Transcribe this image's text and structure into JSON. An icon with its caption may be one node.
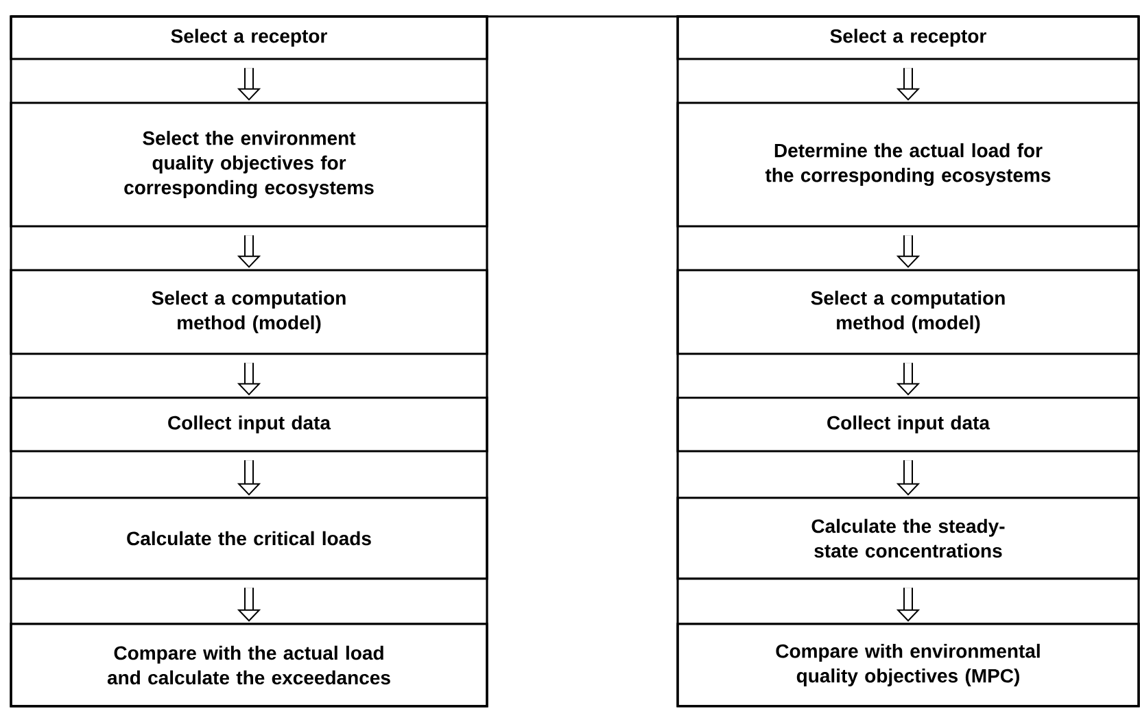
{
  "diagram": {
    "nodes": [
      {
        "text": [
          "Select a receptor"
        ]
      },
      {
        "text": [
          "Select the environment quality objectives for corresponding ecosystems"
        ]
      },
      {
        "text": [
          "Select a computation method (model)"
        ]
      },
      {
        "text": [
          "Collect input data"
        ]
      },
      {
        "text": [
          "Calculate the critical loads"
        ]
      },
      {
        "text": [
          "Compare with the actual load and calculate the exceedances"
        ]
      },
      {
        "text": [
          "Select a receptor"
        ]
      },
      {
        "text": [
          "Determine the actual load for the corresponding ecosystems"
        ]
      },
      {
        "text": [
          "Select a computation method (model)"
        ]
      },
      {
        "text": [
          "Collect input data"
        ]
      },
      {
        "text": [
          "Calculate the steady-state concentrations"
        ]
      },
      {
        "text": [
          "Compare with environmental quality objectives (MPC)"
        ]
      }
    ],
    "edges": [
      {
        "from": 0,
        "to": 1,
        "arrow": "to"
      },
      {
        "from": 1,
        "to": 2,
        "arrow": "to"
      },
      {
        "from": 2,
        "to": 3,
        "arrow": "to"
      },
      {
        "from": 3,
        "to": 4,
        "arrow": "to"
      },
      {
        "from": 4,
        "to": 5,
        "arrow": "to"
      },
      {
        "from": 6,
        "to": 7,
        "arrow": "to"
      },
      {
        "from": 7,
        "to": 8,
        "arrow": "to"
      },
      {
        "from": 8,
        "to": 9,
        "arrow": "to"
      },
      {
        "from": 9,
        "to": 10,
        "arrow": "to"
      },
      {
        "from": 10,
        "to": 11,
        "arrow": "to"
      }
    ]
  }
}
